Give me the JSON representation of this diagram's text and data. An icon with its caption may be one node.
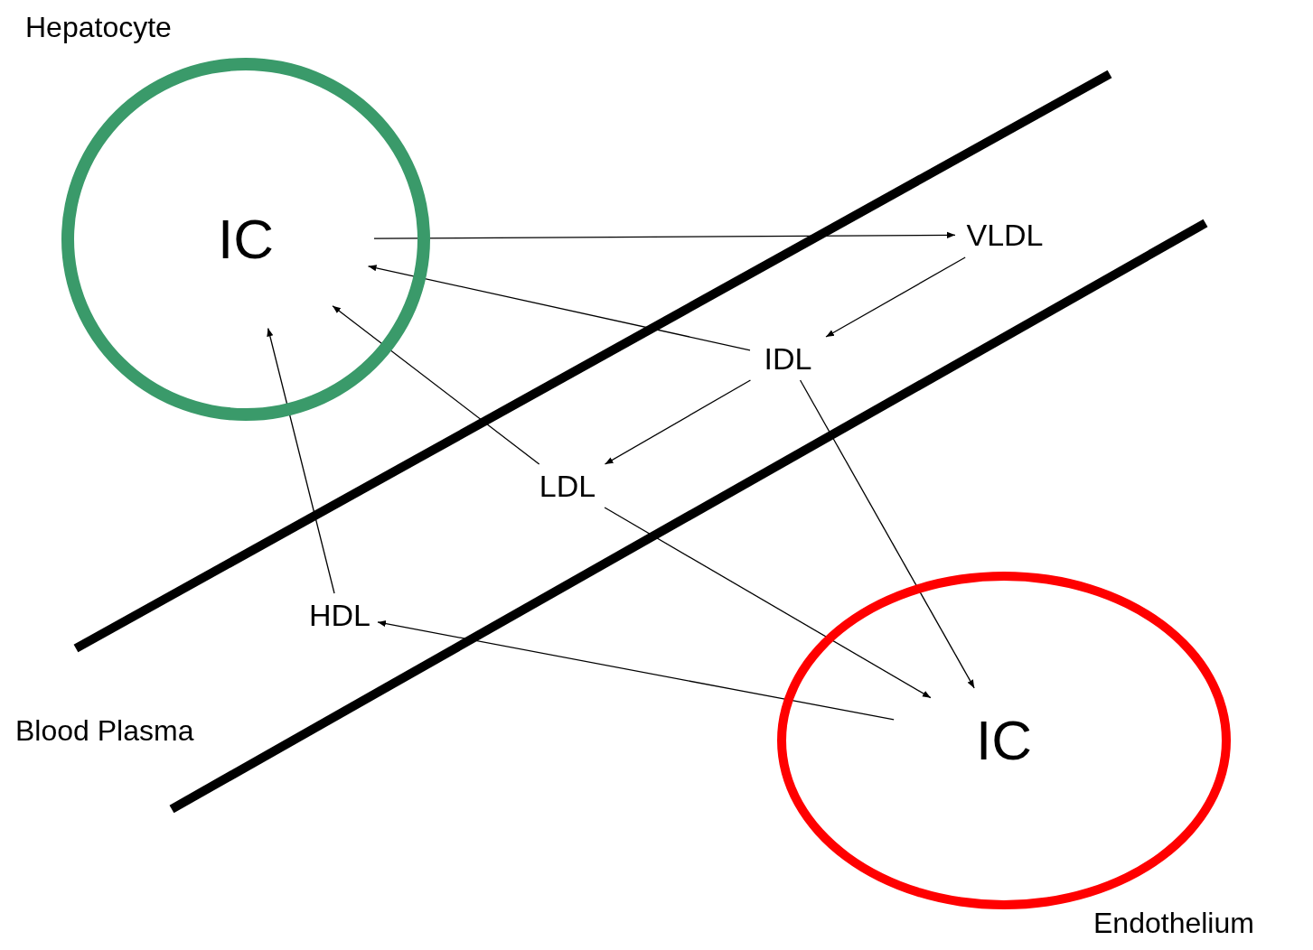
{
  "diagram": {
    "nodes": [
      {
        "text": [
          "IC"
        ]
      },
      {
        "text": [
          "VLDL"
        ]
      },
      {
        "text": [
          "IDL"
        ]
      },
      {
        "text": [
          "LDL"
        ]
      },
      {
        "text": [
          "HDL"
        ]
      },
      {
        "text": [
          "IC"
        ]
      }
    ],
    "edges": [
      {
        "from": 0,
        "to": 1,
        "arrow": "to"
      },
      {
        "from": 1,
        "to": 2,
        "arrow": "to"
      },
      {
        "from": 2,
        "to": 0,
        "arrow": "to"
      },
      {
        "from": 2,
        "to": 3,
        "arrow": "to"
      },
      {
        "from": 2,
        "to": 5,
        "arrow": "to"
      },
      {
        "from": 3,
        "to": 0,
        "arrow": "to"
      },
      {
        "from": 3,
        "to": 5,
        "arrow": "to"
      },
      {
        "from": 4,
        "to": 0,
        "arrow": "to"
      },
      {
        "from": 5,
        "to": 4,
        "arrow": "to"
      }
    ],
    "labels": [
      "Hepatocyte",
      "Blood Plasma",
      "Endothelium"
    ]
  }
}
